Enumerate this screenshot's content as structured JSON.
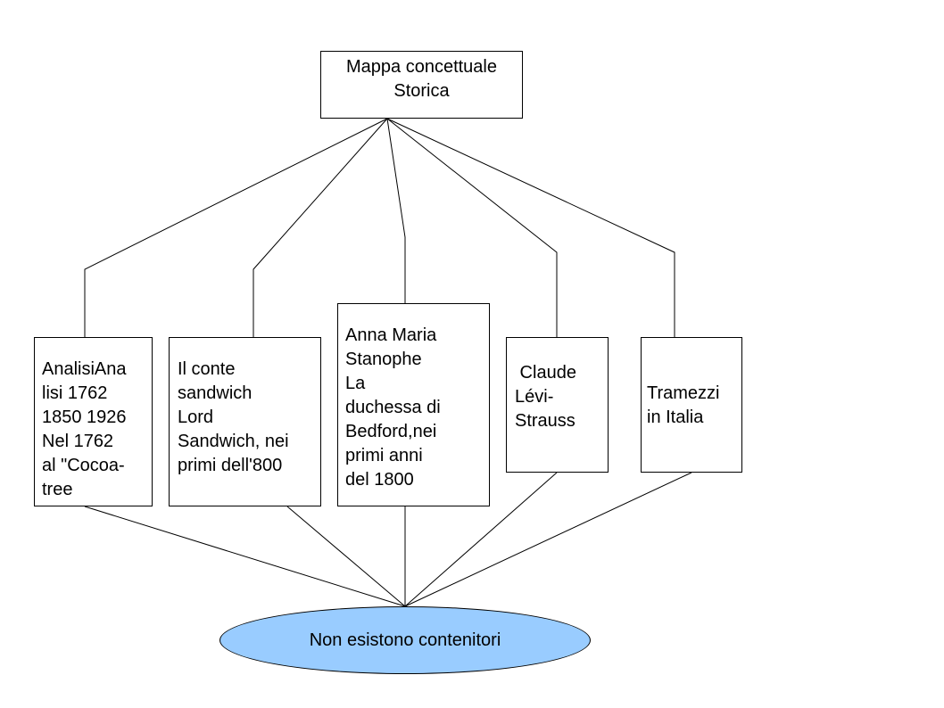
{
  "diagram": {
    "root": {
      "lines": [
        "Mappa concettuale",
        "Storica"
      ]
    },
    "branches": [
      {
        "lines": [
          "AnalisiAna",
          "lisi 1762",
          "1850 1926",
          "Nel 1762",
          "al \"Cocoa-",
          "tree"
        ]
      },
      {
        "lines": [
          "Il conte",
          "sandwich",
          "Lord",
          "Sandwich, nei",
          "primi dell'800"
        ]
      },
      {
        "lines": [
          "Anna Maria",
          "Stanophe",
          "La",
          "duchessa di",
          "Bedford,nei",
          "primi anni",
          "del 1800"
        ]
      },
      {
        "lines": [
          " Claude",
          "Lévi-",
          "Strauss"
        ]
      },
      {
        "lines": [
          "Tramezzi",
          "in Italia"
        ]
      }
    ],
    "bottom": {
      "label": "Non esistono contenitori"
    }
  },
  "colors": {
    "line": "#000000",
    "box_fill": "#ffffff",
    "ellipse_fill": "#99ccff"
  }
}
